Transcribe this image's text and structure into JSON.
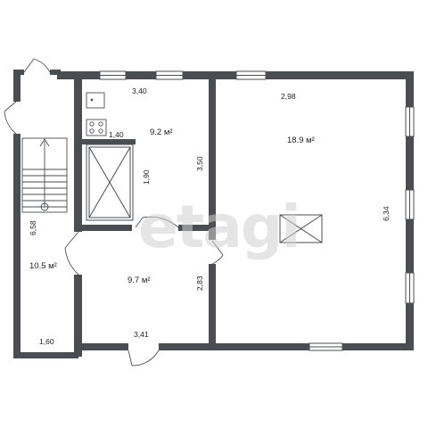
{
  "plan": {
    "areas": {
      "kitchen": "9.2 м²",
      "large_room": "18.9 м²",
      "stair_hall": "10.5 м²",
      "lower_room": "9.7 м²"
    },
    "dimensions": {
      "kitchen_width": "3,40",
      "counter_length": "1,40",
      "kitchen_height": "3,50",
      "stair_width": "1,90",
      "large_room_width": "2,98",
      "large_room_height": "6,34",
      "corridor_height": "6,58",
      "corridor_width": "1,60",
      "lower_room_height": "2,83",
      "lower_room_width": "3,41"
    },
    "watermark": "etagi"
  }
}
